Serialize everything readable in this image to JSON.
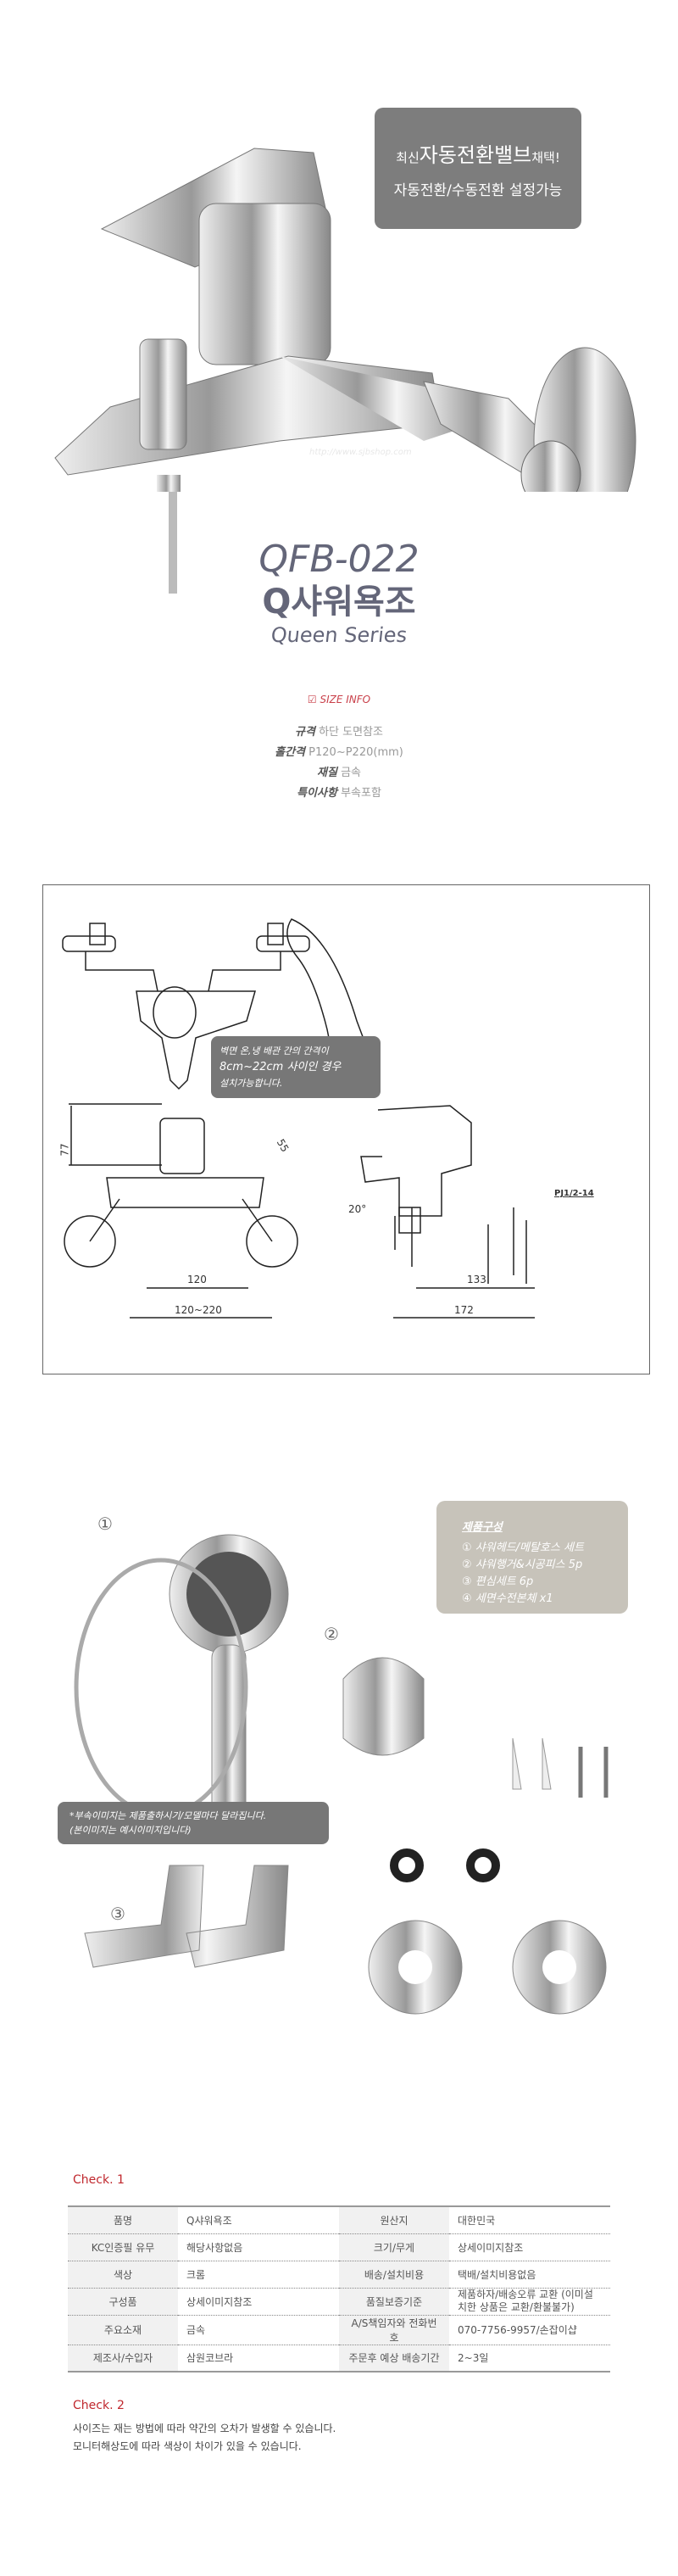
{
  "hero": {
    "badge_prefix": "최신",
    "badge_highlight": "자동전환밸브",
    "badge_suffix": "채택!",
    "badge_line2": "자동전환/수동전환 설정가능",
    "watermark": "http://www.sjbshop.com"
  },
  "title": {
    "model": "QFB-022",
    "name": "Q샤워욕조",
    "series": "Queen Series"
  },
  "size_info": {
    "label": "SIZE INFO",
    "specs": [
      {
        "k": "규격",
        "v": "하단 도면참조"
      },
      {
        "k": "홀간격",
        "v": "P120~P220(mm)"
      },
      {
        "k": "재질",
        "v": "금속"
      },
      {
        "k": "특이사항",
        "v": "부속포함"
      }
    ]
  },
  "drawing": {
    "note": [
      "벽면 온,냉 배관 간의 간격이",
      "8cm~22cm 사이인 경우",
      "설치가능합니다."
    ],
    "dims": {
      "d77": "77",
      "d55": "55",
      "d120": "120",
      "d120_220": "120~220",
      "d133": "133",
      "d172": "172",
      "angle": "20°",
      "thread": "PJ1/2-14"
    }
  },
  "parts": {
    "title": "제품구성",
    "items": [
      "① 샤워헤드/메탈호스 세트",
      "② 샤워행거&시공피스 5p",
      "③ 편심세트 6p",
      "④ 세면수전본체 x1"
    ],
    "markers": [
      "①",
      "②",
      "③"
    ],
    "note": [
      "*부속이미지는 제품출하시기/모델마다 달라집니다.",
      "(본이미지는 예시이미지입니다)"
    ]
  },
  "check1": {
    "title": "Check. 1",
    "rows": [
      [
        "품명",
        "Q샤워욕조",
        "원산지",
        "대한민국"
      ],
      [
        "KC인증필 유무",
        "해당사항없음",
        "크기/무게",
        "상세이미지참조"
      ],
      [
        "색상",
        "크롬",
        "배송/설치비용",
        "택배/설치비용없음"
      ],
      [
        "구성품",
        "상세이미지참조",
        "품질보증기준",
        "제품하자/배송오류 교환 (이미설치한 상품은 교환/환불불가)"
      ],
      [
        "주요소재",
        "금속",
        "A/S책임자와 전화번호",
        "070-7756-9957/손잡이샵"
      ],
      [
        "제조사/수입자",
        "삼원코브라",
        "주문후 예상 배송기간",
        "2~3일"
      ]
    ]
  },
  "check2": {
    "title": "Check. 2",
    "lines": [
      "사이즈는 재는 방법에 따라 약간의 오차가 발생할 수 있습니다.",
      "모니터해상도에 따라 색상이 차이가 있을 수 있습니다."
    ]
  },
  "colors": {
    "accent": "#c0272d",
    "title": "#646679",
    "badge": "#7d7d7d",
    "parts_box": "#c7c3ba"
  }
}
